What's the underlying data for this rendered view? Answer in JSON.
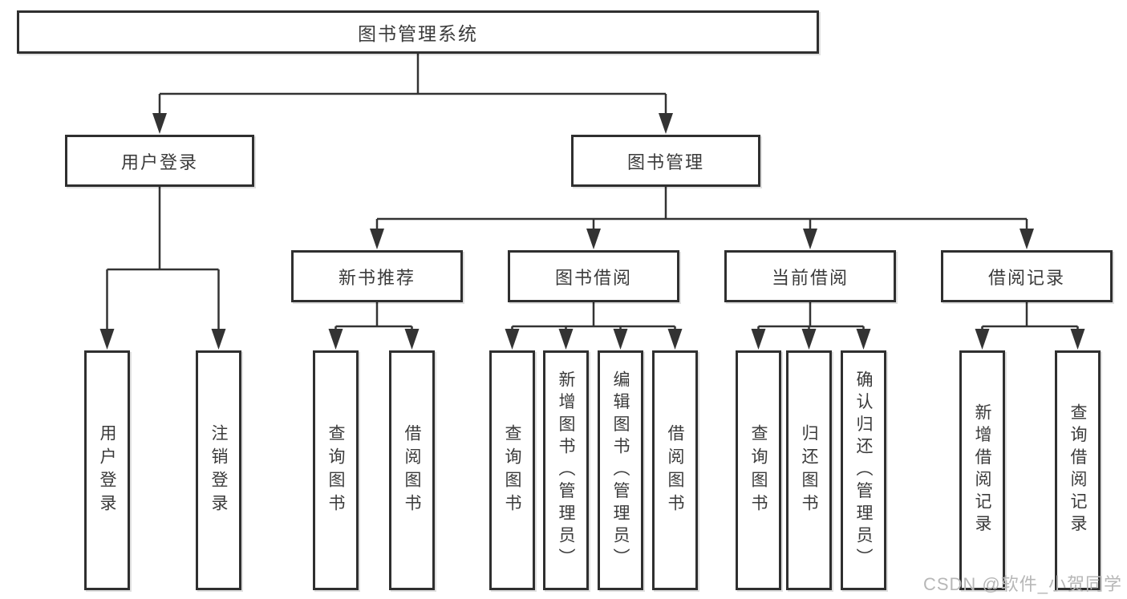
{
  "diagram_title": "图书管理系统",
  "tree": {
    "label": "图书管理系统",
    "children": [
      {
        "label": "用户登录",
        "children": [
          {
            "label": "用户登录"
          },
          {
            "label": "注销登录"
          }
        ]
      },
      {
        "label": "图书管理",
        "children": [
          {
            "label": "新书推荐",
            "children": [
              {
                "label": "查询图书"
              },
              {
                "label": "借阅图书"
              }
            ]
          },
          {
            "label": "图书借阅",
            "children": [
              {
                "label": "查询图书"
              },
              {
                "label": "新增图书（管理员）"
              },
              {
                "label": "编辑图书（管理员）"
              },
              {
                "label": "借阅图书"
              }
            ]
          },
          {
            "label": "当前借阅",
            "children": [
              {
                "label": "查询图书"
              },
              {
                "label": "归还图书"
              },
              {
                "label": "确认归还（管理员）"
              }
            ]
          },
          {
            "label": "借阅记录",
            "children": [
              {
                "label": "新增借阅记录"
              },
              {
                "label": "查询借阅记录"
              }
            ]
          }
        ]
      }
    ]
  },
  "watermark": "CSDN @软件_小贺同学",
  "colors": {
    "line": "#333333",
    "box_border": "#2f2f2f",
    "text": "#3b3b3b",
    "watermark": "#b7b7b7",
    "background": "#ffffff"
  }
}
